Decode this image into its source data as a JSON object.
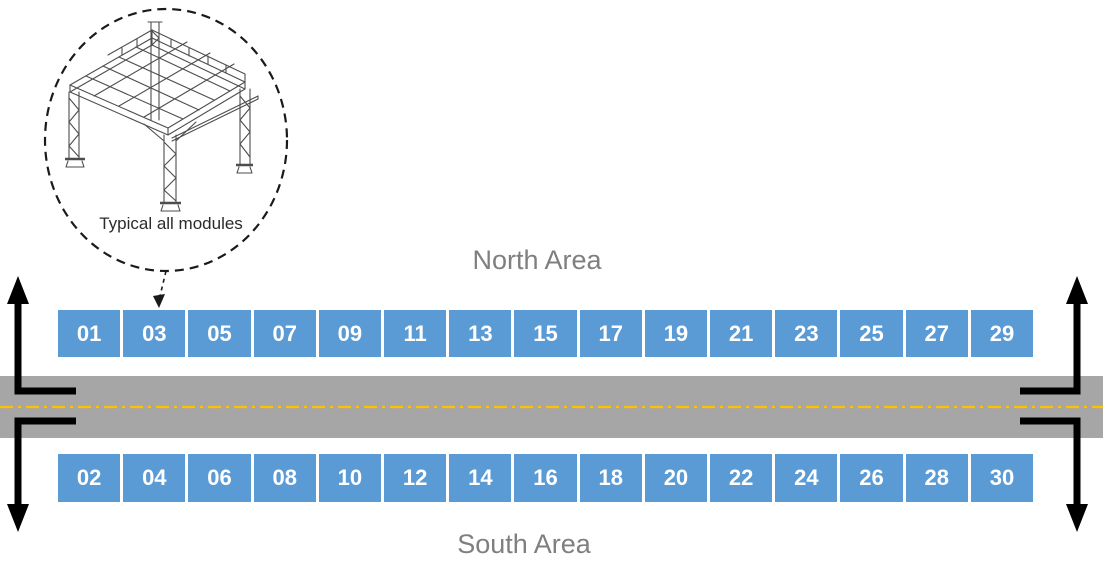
{
  "callout": {
    "label": "Typical all modules"
  },
  "north": {
    "label": "North Area",
    "modules": [
      "01",
      "03",
      "05",
      "07",
      "09",
      "11",
      "13",
      "15",
      "17",
      "19",
      "21",
      "23",
      "25",
      "27",
      "29"
    ]
  },
  "south": {
    "label": "South Area",
    "modules": [
      "02",
      "04",
      "06",
      "08",
      "10",
      "12",
      "14",
      "16",
      "18",
      "20",
      "22",
      "24",
      "26",
      "28",
      "30"
    ]
  },
  "icons": {
    "module-structure-icon": "isometric steel-frame module wireframe",
    "leader-arrow-icon": "dashed arrow pointing to module 03",
    "flow-arrow-icon": "L-shaped black road flow arrow",
    "road-centerline-icon": "yellow dash-dot lane divider"
  },
  "colors": {
    "module_fill": "#5B9BD5",
    "module_text": "#FFFFFF",
    "road_fill": "#A6A6A6",
    "centerline": "#FFC000",
    "area_label": "#7F7F7F",
    "arrow": "#000000",
    "callout_stroke": "#1A1A1A",
    "callout_text": "#2B2B2B",
    "structure_stroke": "#4D4D4D"
  }
}
